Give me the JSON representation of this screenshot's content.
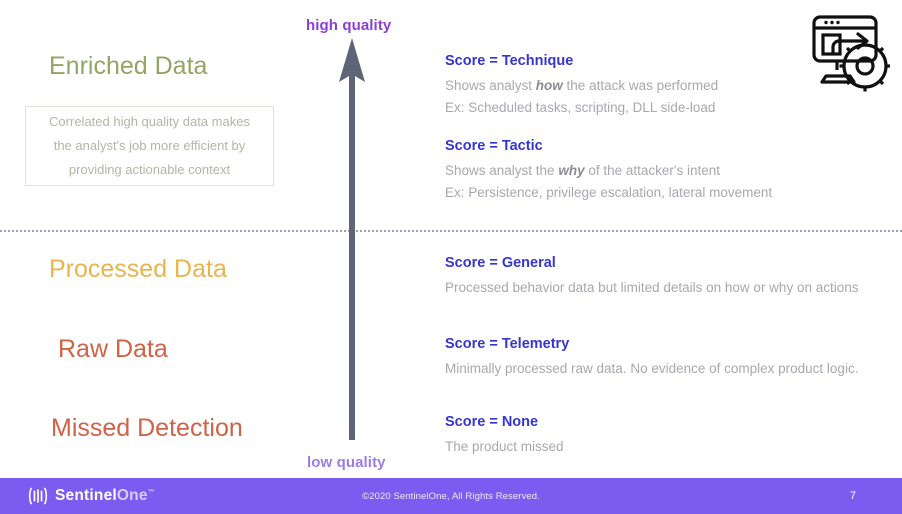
{
  "axis": {
    "high_label": "high quality",
    "low_label": "low quality",
    "arrow_color": "#5d6577",
    "high_color": "#8b3fd6",
    "low_color": "#9b7ce8"
  },
  "tiers": [
    {
      "label": "Enriched Data",
      "color": "#93a564"
    },
    {
      "label": "Processed Data",
      "color": "#e9b44d"
    },
    {
      "label": "Raw Data",
      "color": "#cf6247"
    },
    {
      "label": "Missed Detection",
      "color": "#cf6247"
    }
  ],
  "callout": {
    "lines": [
      "Correlated high quality data makes",
      "the analyst's job more efficient by",
      "providing actionable context"
    ]
  },
  "scores": [
    {
      "title": "Score = Technique",
      "line1_pre": "Shows analyst ",
      "line1_em": "how",
      "line1_post": " the attack was performed",
      "line2": "Ex: Scheduled tasks, scripting, DLL side-load"
    },
    {
      "title": "Score = Tactic",
      "line1_pre": "Shows analyst the ",
      "line1_em": "why",
      "line1_post": " of the attacker's intent",
      "line2": "Ex: Persistence, privilege escalation, lateral movement"
    },
    {
      "title": "Score = General",
      "line1_pre": "Processed behavior data but limited details on how or why on actions",
      "line1_em": "",
      "line1_post": "",
      "line2": ""
    },
    {
      "title": "Score = Telemetry",
      "line1_pre": "Minimally processed raw data. No evidence of complex product logic.",
      "line1_em": "",
      "line1_post": "",
      "line2": ""
    },
    {
      "title": "Score = None",
      "line1_pre": "The product missed",
      "line1_em": "",
      "line1_post": "",
      "line2": ""
    }
  ],
  "corner_icon": "monitor-gear-icon",
  "footer": {
    "brand_bold": "Sentinel",
    "brand_light": "One",
    "trademark": "™",
    "copyright": "©2020 SentinelOne, All Rights Reserved.",
    "page_number": "7",
    "background": "#7a5cf0"
  }
}
